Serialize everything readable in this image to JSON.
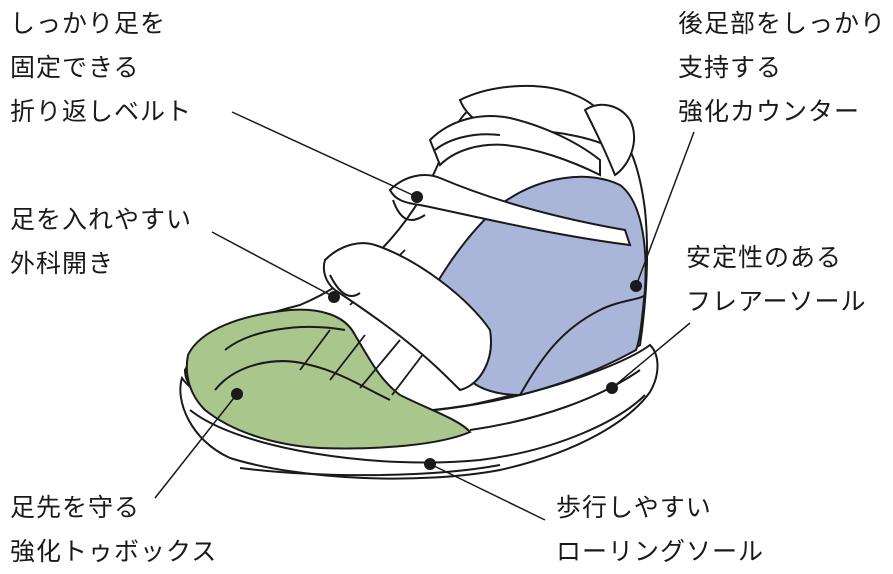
{
  "callouts": {
    "fold_belt": {
      "lines": [
        "しっかり足を",
        "固定できる",
        "折り返しベルト"
      ]
    },
    "opening": {
      "lines": [
        "足を入れやすい",
        "外科開き"
      ]
    },
    "toe_box": {
      "lines": [
        "足先を守る",
        "強化トゥボックス"
      ]
    },
    "heel_counter": {
      "lines": [
        "後足部をしっかり",
        "支持する",
        "強化カウンター"
      ]
    },
    "flare_sole": {
      "lines": [
        "安定性のある",
        "フレアーソール"
      ]
    },
    "rolling_sole": {
      "lines": [
        "歩行しやすい",
        "ローリングソール"
      ]
    }
  },
  "colors": {
    "toe_fill": "#a9c68c",
    "counter_fill": "#a9b6da",
    "outline": "#1a1a1a"
  }
}
